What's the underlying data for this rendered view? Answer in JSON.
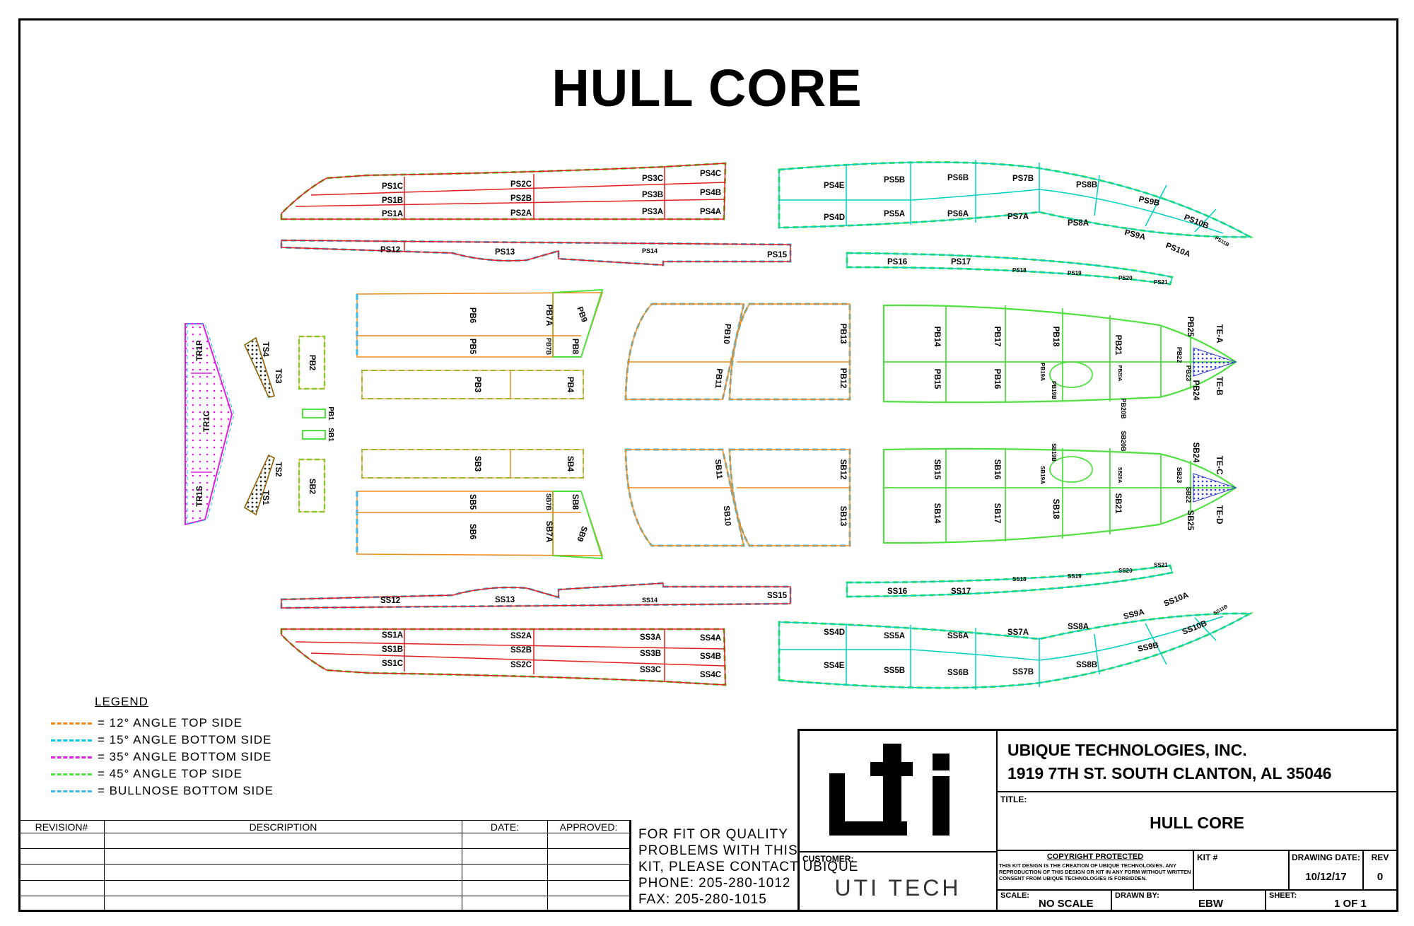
{
  "title": "HULL CORE",
  "parts": {
    "ps": {
      "ps1c": "PS1C",
      "ps1b": "PS1B",
      "ps1a": "PS1A",
      "ps2c": "PS2C",
      "ps2b": "PS2B",
      "ps2a": "PS2A",
      "ps3c": "PS3C",
      "ps3b": "PS3B",
      "ps3a": "PS3A",
      "ps4c": "PS4C",
      "ps4b": "PS4B",
      "ps4a": "PS4A",
      "ps12": "PS12",
      "ps13": "PS13",
      "ps14": "PS14",
      "ps15": "PS15",
      "ps4e": "PS4E",
      "ps4d": "PS4D",
      "ps5b": "PS5B",
      "ps5a": "PS5A",
      "ps6b": "PS6B",
      "ps6a": "PS6A",
      "ps7b": "PS7B",
      "ps7a": "PS7A",
      "ps8b": "PS8B",
      "ps8a": "PS8A",
      "ps9b": "PS9B",
      "ps9a": "PS9A",
      "ps10b": "PS10B",
      "ps10a": "PS10A",
      "ps11b": "PS11B",
      "ps16": "PS16",
      "ps17": "PS17",
      "ps18": "PS18",
      "ps19": "PS19",
      "ps20": "PS20",
      "ps21": "PS21"
    },
    "ss": {
      "ss1a": "SS1A",
      "ss1b": "SS1B",
      "ss1c": "SS1C",
      "ss2a": "SS2A",
      "ss2b": "SS2B",
      "ss2c": "SS2C",
      "ss3a": "SS3A",
      "ss3b": "SS3B",
      "ss3c": "SS3C",
      "ss4a": "SS4A",
      "ss4b": "SS4B",
      "ss4c": "SS4C",
      "ss12": "SS12",
      "ss13": "SS13",
      "ss14": "SS14",
      "ss15": "SS15",
      "ss4d": "SS4D",
      "ss4e": "SS4E",
      "ss5a": "SS5A",
      "ss5b": "SS5B",
      "ss6a": "SS6A",
      "ss6b": "SS6B",
      "ss7a": "SS7A",
      "ss7b": "SS7B",
      "ss8a": "SS8A",
      "ss8b": "SS8B",
      "ss9a": "SS9A",
      "ss9b": "SS9B",
      "ss10a": "SS10A",
      "ss10b": "SS10B",
      "ss11b": "SS11B",
      "ss16": "SS16",
      "ss17": "SS17",
      "ss18": "SS18",
      "ss19": "SS19",
      "ss20": "SS20",
      "ss21": "SS21"
    },
    "pb": {
      "pb1": "PB1",
      "pb2": "PB2",
      "pb3": "PB3",
      "pb4": "PB4",
      "pb5": "PB5",
      "pb6": "PB6",
      "pb7a": "PB7A",
      "pb7b": "PB7B",
      "pb8": "PB8",
      "pb9": "PB9",
      "pb10": "PB10",
      "pb11": "PB11",
      "pb12": "PB12",
      "pb13": "PB13",
      "pb14": "PB14",
      "pb15": "PB15",
      "pb16": "PB16",
      "pb17": "PB17",
      "pb18": "PB18",
      "pb19a": "PB19A",
      "pb19b": "PB19B",
      "pb20a": "PB20A",
      "pb20b": "PB20B",
      "pb21": "PB21",
      "pb22": "PB22",
      "pb23": "PB23",
      "pb24": "PB24",
      "pb25": "PB25"
    },
    "sb": {
      "sb1": "SB1",
      "sb2": "SB2",
      "sb3": "SB3",
      "sb4": "SB4",
      "sb5": "SB5",
      "sb6": "SB6",
      "sb7a": "SB7A",
      "sb7b": "SB7B",
      "sb8": "SB8",
      "sb9": "SB9",
      "sb10": "SB10",
      "sb11": "SB11",
      "sb12": "SB12",
      "sb13": "SB13",
      "sb14": "SB14",
      "sb15": "SB15",
      "sb16": "SB16",
      "sb17": "SB17",
      "sb18": "SB18",
      "sb19a": "SB19A",
      "sb19b": "SB19B",
      "sb20a": "SB20A",
      "sb20b": "SB20B",
      "sb21": "SB21",
      "sb22": "SB22",
      "sb23": "SB23",
      "sb24": "SB24",
      "sb25": "SB25"
    },
    "transom": {
      "tr1p": "TR1P",
      "tr1c": "TR1C",
      "tr1s": "TR1S",
      "ts1": "TS1",
      "ts2": "TS2",
      "ts3": "TS3",
      "ts4": "TS4"
    },
    "te": {
      "tea": "TE-A",
      "teb": "TE-B",
      "tec": "TE-C",
      "ted": "TE-D"
    }
  },
  "legend": {
    "heading": "LEGEND",
    "items": [
      {
        "label": "=  12° ANGLE TOP SIDE",
        "color": "#f08a1c"
      },
      {
        "label": "=  15° ANGLE BOTTOM SIDE",
        "color": "#00c8e0"
      },
      {
        "label": "=  35° ANGLE BOTTOM SIDE",
        "color": "#e020e0"
      },
      {
        "label": "=  45° ANGLE TOP SIDE",
        "color": "#50e040"
      },
      {
        "label": "=  BULLNOSE BOTTOM SIDE",
        "color": "#40b8e8"
      }
    ]
  },
  "revision_table": {
    "revision": "REVISION#",
    "description": "DESCRIPTION",
    "date": "DATE:",
    "approved": "APPROVED:"
  },
  "contact_note": [
    "FOR FIT OR QUALITY",
    "PROBLEMS WITH THIS",
    "KIT, PLEASE CONTACT UBIQUE",
    "PHONE: 205-280-1012",
    "FAX: 205-280-1015"
  ],
  "title_block": {
    "logo_text": "uti",
    "company": "UBIQUE TECHNOLOGIES, INC.",
    "address": "1919 7TH ST. SOUTH  CLANTON, AL 35046",
    "title_label": "TITLE:",
    "title_value": "HULL CORE",
    "customer_label": "CUSTOMER:",
    "customer_value": "UTI TECH",
    "copyright_head": "COPYRIGHT PROTECTED",
    "copyright_text": "THIS KIT DESIGN IS THE CREATION OF UBIQUE TECHNOLOGIES. ANY REPRODUCTION OF THIS DESIGN OR KIT IN ANY FORM WITHOUT WRITTEN CONSENT FROM UBIQUE TECHNOLOGIES IS FORBIDDEN.",
    "kit_label": "KIT #",
    "drawing_date_label": "DRAWING DATE:",
    "drawing_date": "10/12/17",
    "rev_label": "REV",
    "rev_value": "0",
    "scale_label": "SCALE:",
    "scale_value": "NO SCALE",
    "drawn_by_label": "DRAWN BY:",
    "drawn_by_value": "EBW",
    "sheet_label": "SHEET:",
    "sheet_value": "1 OF 1"
  }
}
